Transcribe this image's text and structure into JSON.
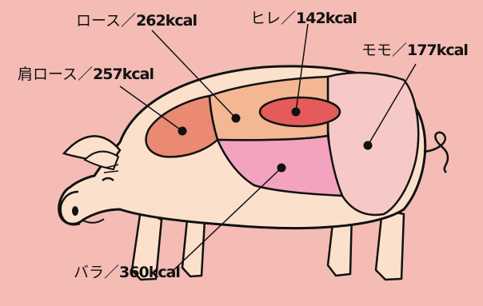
{
  "background_color": "#f4bcb5",
  "cuts": [
    {
      "id": "kata-loin",
      "name": "肩ロース",
      "kcal": "257kcal",
      "fill": "#ea8a72"
    },
    {
      "id": "loin",
      "name": "ロース",
      "kcal": "262kcal",
      "fill": "#f3b794"
    },
    {
      "id": "fillet",
      "name": "ヒレ",
      "kcal": "142kcal",
      "fill": "#e55a5a"
    },
    {
      "id": "momo",
      "name": "モモ",
      "kcal": "177kcal",
      "fill": "#f6c9c6"
    },
    {
      "id": "bara",
      "name": "バラ",
      "kcal": "360kcal",
      "fill": "#f3a3bd"
    }
  ],
  "separator": "／",
  "pig": {
    "body_color": "#fbe0cb",
    "outline_color": "#111111",
    "marker_color": "#111111"
  }
}
